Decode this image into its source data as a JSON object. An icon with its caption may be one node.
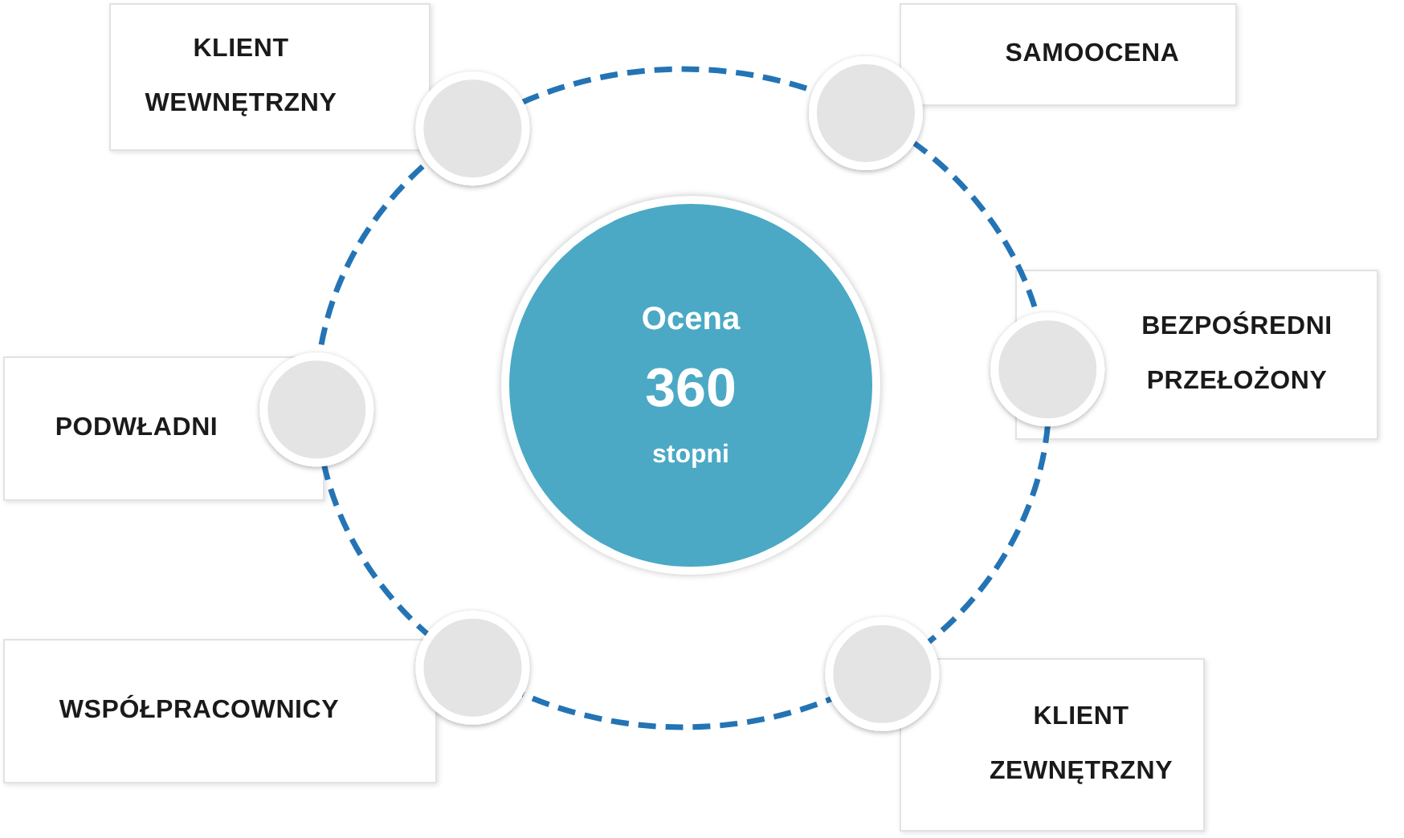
{
  "diagram": {
    "nodes": [
      {
        "text": [
          "Ocena",
          "360",
          "stopni"
        ]
      },
      {
        "text": [
          "KLIENT WEWNĘTRZNY"
        ]
      },
      {
        "text": [
          "SAMOOCENA"
        ]
      },
      {
        "text": [
          "BEZPOŚREDNI PRZEŁOŻONY"
        ]
      },
      {
        "text": [
          "PODWŁADNI"
        ]
      },
      {
        "text": [
          "WSPÓŁPRACOWNICY"
        ]
      },
      {
        "text": [
          "KLIENT ZEWNĘTRZNY"
        ]
      }
    ]
  }
}
